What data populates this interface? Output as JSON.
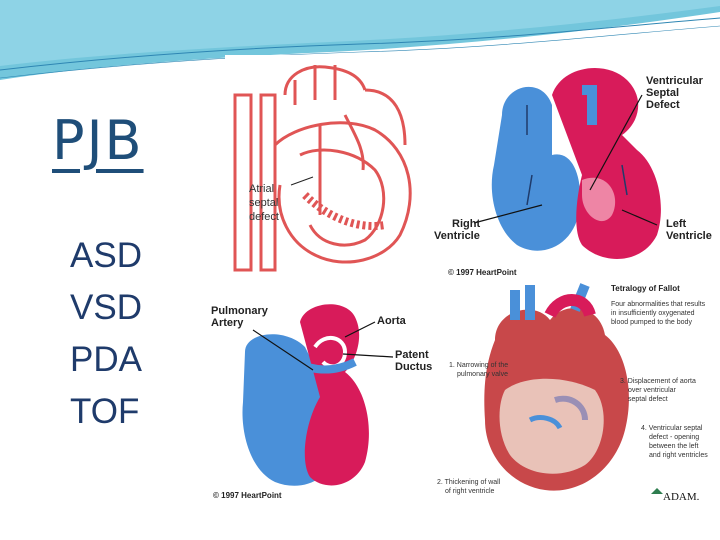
{
  "slide": {
    "title": "PJB",
    "items": [
      "ASD",
      "VSD",
      "PDA",
      "TOF"
    ]
  },
  "asd_diagram": {
    "label_lines": [
      "Atrial",
      "septal",
      "defect"
    ]
  },
  "vsd_diagram": {
    "label_title_lines": [
      "Ventricular",
      "Septal",
      "Defect"
    ],
    "right_label_lines": [
      "Right",
      "Ventricle"
    ],
    "left_label_lines": [
      "Left",
      "Ventricle"
    ],
    "copyright": "© 1997 HeartPoint"
  },
  "pda_diagram": {
    "pulmonary_label_lines": [
      "Pulmonary",
      "Artery"
    ],
    "aorta_label": "Aorta",
    "ductus_label_lines": [
      "Patent",
      "Ductus"
    ],
    "copyright": "© 1997 HeartPoint"
  },
  "tof_diagram": {
    "title": "Tetralogy of Fallot",
    "desc_lines": [
      "Four abnormalities that results",
      "in insufficiently oxygenated",
      "blood pumped to the body"
    ],
    "note1_lines": [
      "1. Narrowing of the",
      "pulmonary valve"
    ],
    "note2_lines": [
      "2. Thickening of wall",
      "of right ventricle"
    ],
    "note3_lines": [
      "3. Displacement of aorta",
      "over ventricular",
      "septal defect"
    ],
    "note4_lines": [
      "4. Ventricular septal",
      "defect - opening",
      "between the left",
      "and right ventricles"
    ],
    "brand": "ADAM."
  },
  "colors": {
    "title": "#1f4e79",
    "list": "#1f3b6b",
    "oxygenated": "#d81b5a",
    "deoxygenated": "#4a90d9",
    "outline_red": "#e05555",
    "wave": "#5bbcd6"
  }
}
